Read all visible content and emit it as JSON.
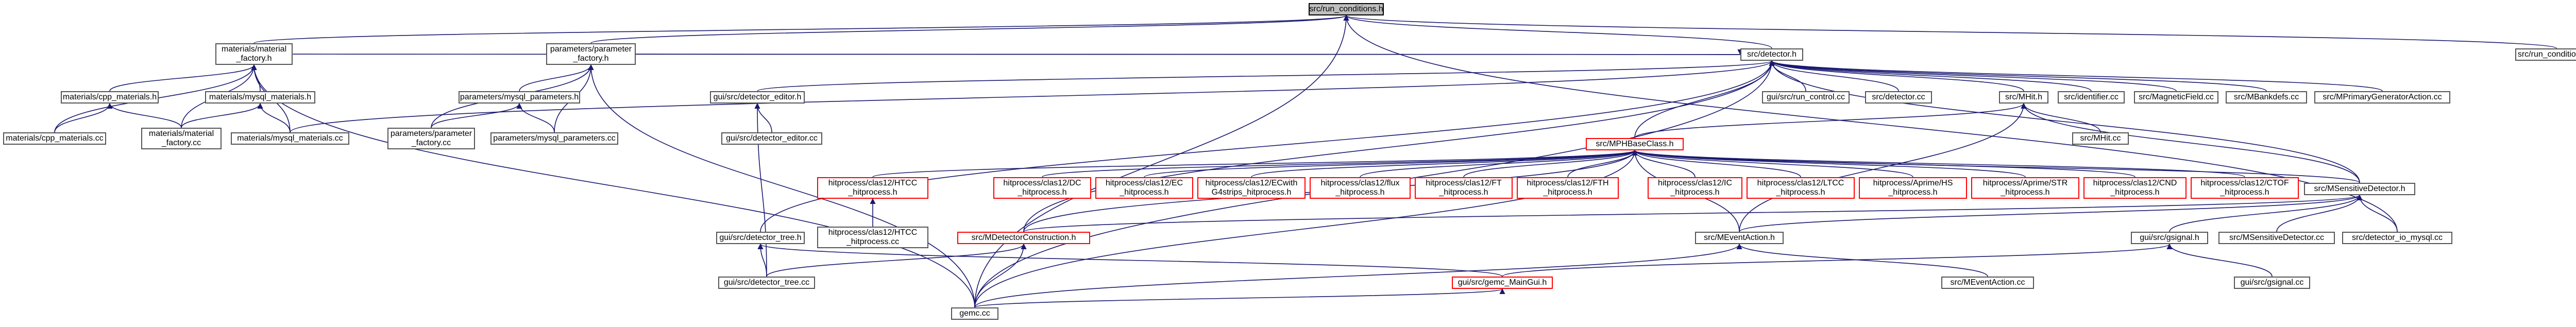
{
  "colors": {
    "edge_main": "#191970",
    "edge_dark": "#000080",
    "box_border": "#555555",
    "red_border": "#ff0000",
    "root_fill": "#bfbfbf"
  },
  "nodes": {
    "run_conditions_h": "src/run_conditions.h",
    "run_conditions_cc": "src/run_conditions.cc",
    "material_factory_h": "materials/material\n_factory.h",
    "parameter_factory_h": "parameters/parameter\n_factory.h",
    "detector_h": "src/detector.h",
    "cpp_materials_h": "materials/cpp_materials.h",
    "mysql_materials_h": "materials/mysql_materials.h",
    "cpp_materials_cc": "materials/cpp_materials.cc",
    "material_factory_cc": "materials/material\n_factory.cc",
    "mysql_materials_cc": "materials/mysql_materials.cc",
    "mysql_parameters_h": "parameters/mysql_parameters.h",
    "parameter_factory_cc": "parameters/parameter\n_factory.cc",
    "mysql_parameters_cc": "parameters/mysql_parameters.cc",
    "detector_editor_h": "gui/src/detector_editor.h",
    "detector_editor_cc": "gui/src/detector_editor.cc",
    "run_control_cc": "gui/src/run_control.cc",
    "detector_cc": "src/detector.cc",
    "mhit_h": "src/MHit.h",
    "identifier_cc": "src/identifier.cc",
    "magneticfield_cc": "src/MagneticField.cc",
    "mbankdefs_cc": "src/MBankdefs.cc",
    "mprimary_cc": "src/MPrimaryGeneratorAction.cc",
    "mphbase_h": "src/MPHBaseClass.h",
    "mhit_cc": "src/MHit.cc",
    "htcc_h": "hitprocess/clas12/HTCC\n_hitprocess.h",
    "dc_h": "hitprocess/clas12/DC\n_hitprocess.h",
    "ec_h": "hitprocess/clas12/EC\n_hitprocess.h",
    "ecwith_h": "hitprocess/clas12/ECwith\nG4strips_hitprocess.h",
    "flux_h": "hitprocess/clas12/flux\n_hitprocess.h",
    "ft_h": "hitprocess/clas12/FT\n_hitprocess.h",
    "fth_h": "hitprocess/clas12/FTH\n_hitprocess.h",
    "ic_h": "hitprocess/clas12/IC\n_hitprocess.h",
    "ltcc_h": "hitprocess/clas12/LTCC\n_hitprocess.h",
    "aprime_hs_h": "hitprocess/Aprime/HS\n_hitprocess.h",
    "aprime_str_h": "hitprocess/Aprime/STR\n_hitprocess.h",
    "cnd_h": "hitprocess/clas12/CND\n_hitprocess.h",
    "ctof_h": "hitprocess/clas12/CTOF\n_hitprocess.h",
    "msensitive_h": "src/MSensitiveDetector.h",
    "htcc_cc": "hitprocess/clas12/HTCC\n_hitprocess.cc",
    "detector_tree_h": "gui/src/detector_tree.h",
    "mdetector_construction_h": "src/MDetectorConstruction.h",
    "meventaction_h": "src/MEventAction.h",
    "gsignal_h": "gui/src/gsignal.h",
    "msensitive_cc": "src/MSensitiveDetector.cc",
    "detector_io_mysql_cc": "src/detector_io_mysql.cc",
    "detector_tree_cc": "gui/src/detector_tree.cc",
    "gemc_maingui_h": "gui/src/gemc_MainGui.h",
    "meventaction_cc": "src/MEventAction.cc",
    "gsignal_cc": "gui/src/gsignal.cc",
    "gemc_cc": "gemc.cc"
  }
}
